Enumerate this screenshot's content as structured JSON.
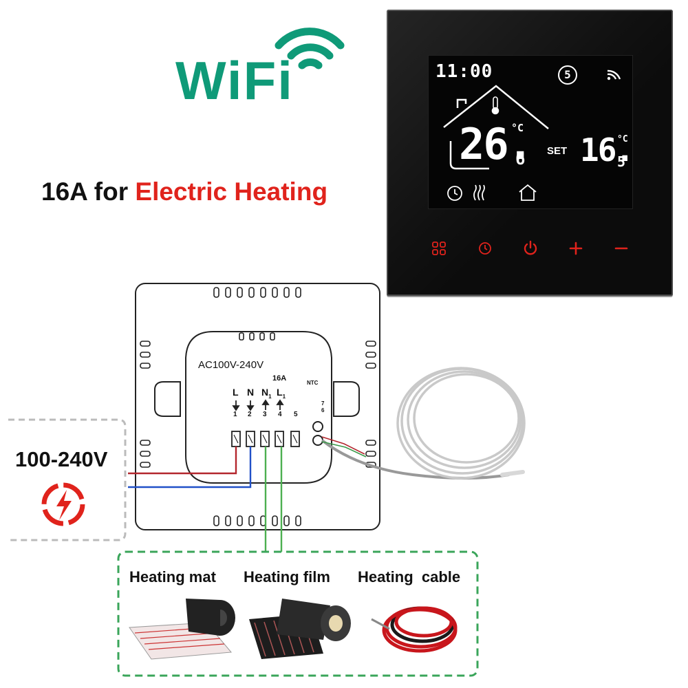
{
  "logo": {
    "text": "WiFi",
    "icon": "wifi-icon",
    "color": "#0f9a78"
  },
  "headline": {
    "prefix": "16A for ",
    "highlight": "Electric Heating",
    "highlight_color": "#e0231c"
  },
  "thermostat": {
    "clock": "11:00",
    "program_number": "5",
    "room_temp_main": "26.",
    "room_temp_decimal": "6",
    "room_unit": "°C",
    "set_label": "SET",
    "set_temp_main": "16.",
    "set_temp_decimal": "5",
    "set_unit": "°C",
    "buttons": [
      {
        "name": "menu-icon"
      },
      {
        "name": "clock-icon"
      },
      {
        "name": "power-icon"
      },
      {
        "name": "plus-icon"
      },
      {
        "name": "minus-icon"
      }
    ],
    "button_color": "#e0231c"
  },
  "wiring": {
    "voltage_label": "AC100V-240V",
    "current_label": "16A",
    "ntc_label": "NTC",
    "terminals": [
      {
        "letter": "L",
        "number": "1"
      },
      {
        "letter": "N",
        "number": "2"
      },
      {
        "letter": "N",
        "sub": "1",
        "number": "3"
      },
      {
        "letter": "L",
        "sub": "1",
        "number": "4"
      },
      {
        "letter": "",
        "number": "5"
      }
    ],
    "ntc_pins": [
      "7",
      "6"
    ]
  },
  "power": {
    "label": "100-240V"
  },
  "heaters": [
    {
      "label": "Heating mat"
    },
    {
      "label": "Heating film"
    },
    {
      "label": "Heating  cable"
    }
  ]
}
